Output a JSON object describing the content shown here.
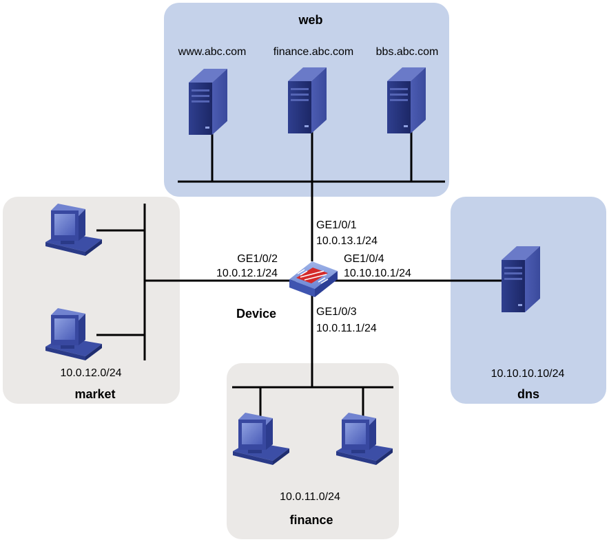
{
  "zones": {
    "web": {
      "title": "web",
      "color": "#c5d2ea"
    },
    "market": {
      "title": "market",
      "color": "#ebe9e7",
      "subnet": "10.0.12.0/24"
    },
    "finance": {
      "title": "finance",
      "color": "#ebe9e7",
      "subnet": "10.0.11.0/24"
    },
    "dns": {
      "title": "dns",
      "color": "#c5d2ea",
      "address": "10.10.10.10/24"
    }
  },
  "servers": {
    "www": "www.abc.com",
    "finance": "finance.abc.com",
    "bbs": "bbs.abc.com"
  },
  "device": {
    "name": "Device",
    "ports": {
      "ge1": {
        "name": "GE1/0/1",
        "ip": "10.0.13.1/24"
      },
      "ge2": {
        "name": "GE1/0/2",
        "ip": "10.0.12.1/24"
      },
      "ge3": {
        "name": "GE1/0/3",
        "ip": "10.0.11.1/24"
      },
      "ge4": {
        "name": "GE1/0/4",
        "ip": "10.10.10.1/24"
      }
    }
  },
  "icons": {
    "server": "server-tower-icon",
    "pc": "desktop-computer-icon",
    "firewall": "firewall-switch-icon"
  }
}
